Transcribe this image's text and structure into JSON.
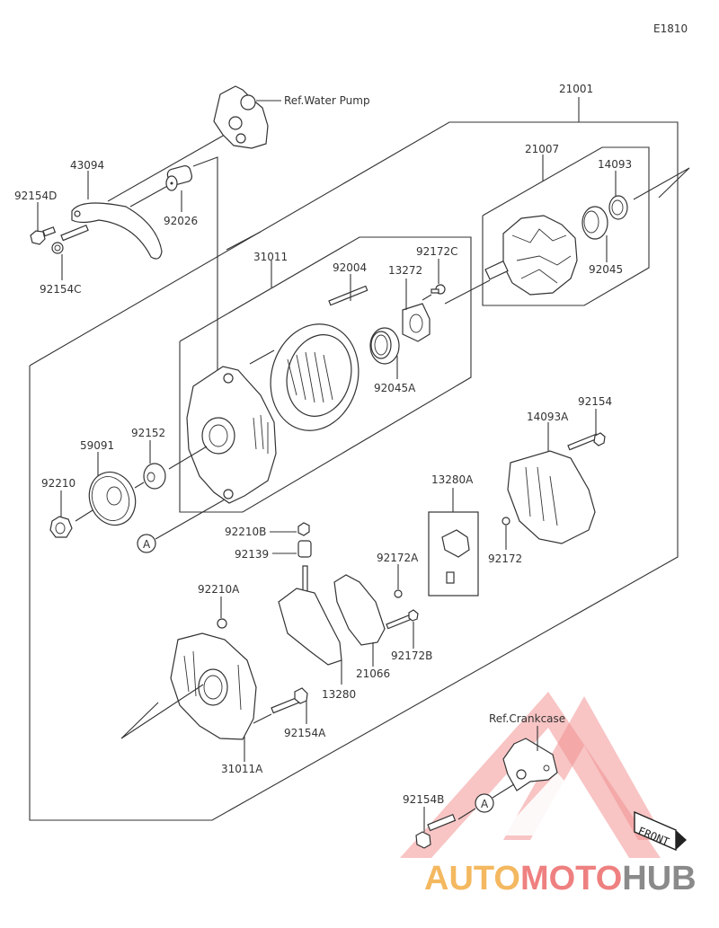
{
  "diagram_code": "E1810",
  "references": {
    "water_pump": "Ref.Water Pump",
    "crankcase": "Ref.Crankcase"
  },
  "callout_marker": "A",
  "front_indicator": "FRONT",
  "watermark": {
    "part1": "AUTO",
    "part2": "MOTO",
    "part3": "HUB",
    "colors": [
      "#f4b860",
      "#ef8080",
      "#8a8a8a"
    ]
  },
  "parts": {
    "p21001": "21001",
    "p21007": "21007",
    "p14093": "14093",
    "p92045": "92045",
    "p43094": "43094",
    "p92154D": "92154D",
    "p92154C": "92154C",
    "p92026": "92026",
    "p31011": "31011",
    "p92004": "92004",
    "p13272": "13272",
    "p92172C": "92172C",
    "p92045A": "92045A",
    "p59091": "59091",
    "p92152": "92152",
    "p92210": "92210",
    "p92154": "92154",
    "p14093A": "14093A",
    "p13280A": "13280A",
    "p92172": "92172",
    "p92210B": "92210B",
    "p92139": "92139",
    "p92172A": "92172A",
    "p92210A": "92210A",
    "p92172B": "92172B",
    "p21066": "21066",
    "p13280": "13280",
    "p92154A": "92154A",
    "p31011A": "31011A",
    "p92154B": "92154B"
  }
}
